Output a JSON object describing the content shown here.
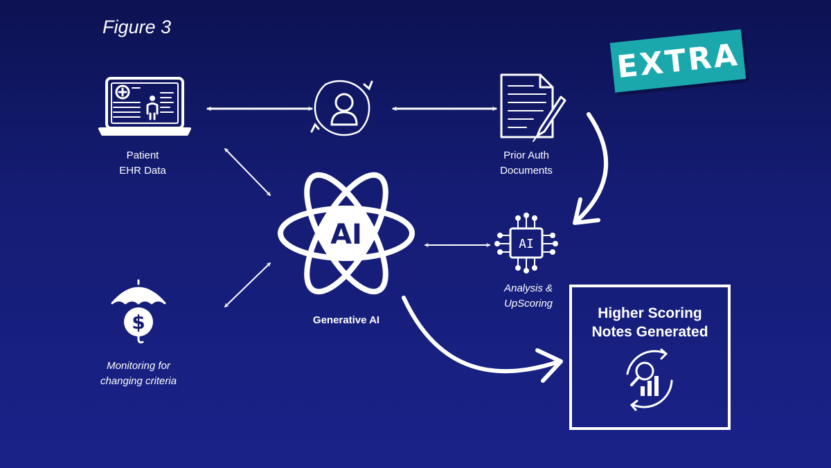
{
  "figure_label": "Figure 3",
  "badge": "EXTRA",
  "nodes": {
    "patient": {
      "line1": "Patient",
      "line2": "EHR Data",
      "icon": "laptop-ehr-icon"
    },
    "user": {
      "icon": "user-sync-icon"
    },
    "prior_auth": {
      "line1": "Prior Auth",
      "line2": "Documents",
      "icon": "document-pen-icon"
    },
    "generative_ai": {
      "label": "Generative AI",
      "core_text": "AI",
      "icon": "atom-ai-icon"
    },
    "analysis": {
      "line1": "Analysis &",
      "line2": "UpScoring",
      "chip_text": "AI",
      "icon": "ai-chip-icon"
    },
    "monitoring": {
      "line1": "Monitoring for",
      "line2": "changing criteria",
      "icon": "umbrella-dollar-icon"
    },
    "output": {
      "line1": "Higher Scoring",
      "line2": "Notes Generated",
      "icon": "analytics-cycle-icon"
    }
  },
  "colors": {
    "background_top": "#0c1252",
    "background_bottom": "#1a2289",
    "badge": "#1ba8ad",
    "foreground": "#ffffff"
  }
}
